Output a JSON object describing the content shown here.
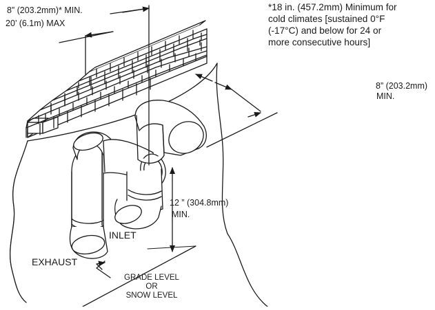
{
  "diagram": {
    "top_clearance": {
      "line1": "8” (203.2mm)* MIN.",
      "line2": "20’ (6.1m) MAX"
    },
    "cold_climate_note": {
      "line1": "*18 in.  (457.2mm) Minimum for",
      "line2": "cold climates [sustained 0°F",
      "line3": "(-17°C)  and below for 24 or",
      "line4": "more consecutive hours]"
    },
    "side_clearance": {
      "line1": "8” (203.2mm)",
      "line2": "MIN."
    },
    "vertical_clearance": {
      "line1": "12 ”   (304.8mm)",
      "line2": "MIN."
    },
    "labels": {
      "inlet": "INLET",
      "exhaust": "EXHAUST",
      "grade_line1": "GRADE LEVEL",
      "grade_line2": "OR",
      "grade_line3": "SNOW LEVEL"
    },
    "colors": {
      "line": "#1a1a1a",
      "fill": "#ffffff",
      "stipple": "#555555"
    }
  }
}
